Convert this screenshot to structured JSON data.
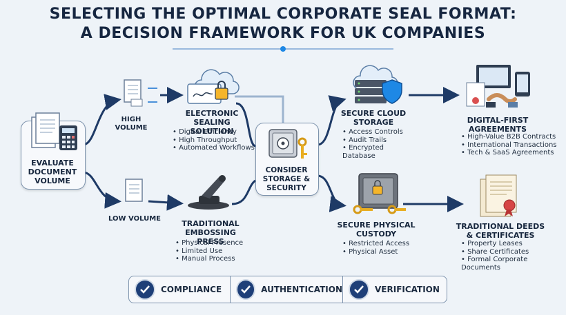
{
  "title": {
    "line1": "SELECTING THE OPTIMAL CORPORATE SEAL FORMAT:",
    "line2": "A DECISION FRAMEWORK FOR UK COMPANIES"
  },
  "start": {
    "label": "EVALUATE DOCUMENT VOLUME"
  },
  "high_volume": {
    "label": "HIGH VOLUME"
  },
  "low_volume": {
    "label": "LOW VOLUME"
  },
  "electronic": {
    "label": "ELECTRONIC SEALING SOLUTION",
    "bullets": [
      "Digital Efficiency",
      "High Throughput",
      "Automated Workflows"
    ]
  },
  "traditional_press": {
    "label": "TRADITIONAL EMBOSSING PRESS",
    "bullets": [
      "Physical Presence",
      "Limited Use",
      "Manual Process"
    ]
  },
  "storage": {
    "label": "CONSIDER STORAGE & SECURITY"
  },
  "cloud": {
    "label": "SECURE CLOUD STORAGE",
    "bullets": [
      "Access Controls",
      "Audit Trails",
      "Encrypted Database"
    ]
  },
  "physical": {
    "label": "SECURE PHYSICAL CUSTODY",
    "bullets": [
      "Restricted Access",
      "Physical Asset"
    ]
  },
  "digital_first": {
    "label": "DIGITAL-FIRST AGREEMENTS",
    "bullets": [
      "High-Value B2B Contracts",
      "International Transactions",
      "Tech & SaaS Agreements"
    ]
  },
  "deeds": {
    "label": "TRADITIONAL DEEDS & CERTIFICATES",
    "bullets": [
      "Property Leases",
      "Share Certificates",
      "Formal Corporate Documents"
    ]
  },
  "footer": {
    "items": [
      "COMPLIANCE",
      "AUTHENTICATION",
      "VERIFICATION"
    ]
  },
  "icons": {
    "documents": "document-stack-icon",
    "calculator": "calculator-icon",
    "cloud": "cloud-lock-icon",
    "press": "embossing-press-icon",
    "safe": "safe-icon",
    "server": "cloud-server-shield-icon",
    "vault": "vault-keys-icon",
    "devices": "devices-handshake-icon",
    "certificates": "certificates-icon",
    "check": "check-icon"
  },
  "colors": {
    "arrow": "#1e3a66",
    "accent": "#1e88e5",
    "navy": "#16263d",
    "muted_arrow": "#9db4cf"
  }
}
